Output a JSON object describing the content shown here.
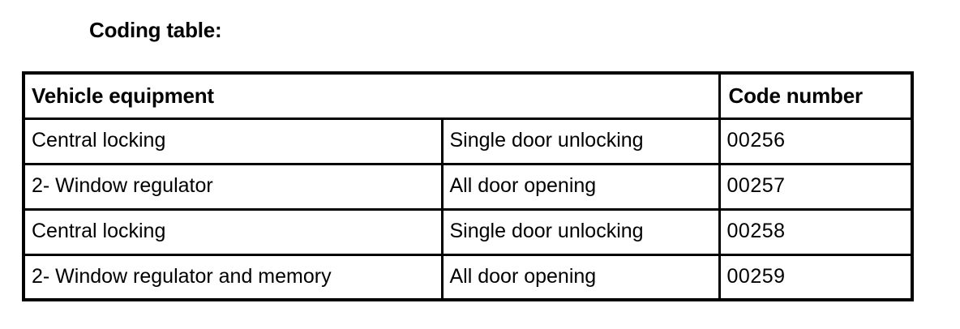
{
  "page": {
    "title": "Coding table:",
    "background_color": "#ffffff",
    "text_color": "#000000",
    "border_color": "#000000"
  },
  "table": {
    "header": {
      "equipment_label": "Vehicle equipment",
      "code_label": "Code number"
    },
    "columns": [
      "Vehicle equipment",
      "",
      "Code number"
    ],
    "rows": [
      {
        "equipment": "Central locking",
        "function": "Single door unlocking",
        "code": "00256"
      },
      {
        "equipment": "2- Window regulator",
        "function": "All door opening",
        "code": "00257"
      },
      {
        "equipment": "Central locking",
        "function": "Single door unlocking",
        "code": "00258"
      },
      {
        "equipment": "2- Window regulator and memory",
        "function": "All door opening",
        "code": "00259"
      }
    ]
  }
}
